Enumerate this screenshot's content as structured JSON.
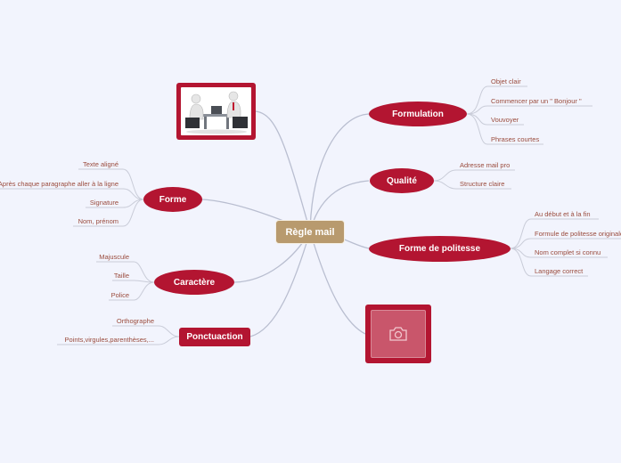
{
  "central": {
    "label": "Règle mail"
  },
  "right_topics": [
    {
      "label": "Formulation",
      "children": [
        "Objet clair",
        "Commencer par un \" Bonjour \"",
        "Vouvoyer",
        "Phrases courtes"
      ]
    },
    {
      "label": "Qualité",
      "children": [
        "Adresse mail pro",
        "Structure claire"
      ]
    },
    {
      "label": "Forme de politesse",
      "children": [
        "Au début et à la fin",
        "Formule de politesse originale",
        "Nom complet si connu",
        "Langage correct"
      ]
    }
  ],
  "left_topics": [
    {
      "label": "Forme",
      "children": [
        "Texte aligné",
        "Après chaque paragraphe aller à la ligne",
        "Signature",
        "Nom, prénom"
      ]
    },
    {
      "label": "Caractère",
      "children": [
        "Majuscule",
        "Taille",
        "Police"
      ]
    },
    {
      "label": "Ponctuaction",
      "children": [
        "Orthographe",
        "Points,virgules,parenthèses,..."
      ]
    }
  ],
  "images": [
    {
      "name": "business-meeting-image",
      "icon": "meeting-illustration"
    },
    {
      "name": "photo-placeholder",
      "icon": "camera-icon"
    }
  ],
  "colors": {
    "background": "#f2f4fd",
    "topic": "#b31531",
    "central": "#b89a6e",
    "subtopic_text": "#9a4b3c",
    "line": "#b9bed0"
  }
}
